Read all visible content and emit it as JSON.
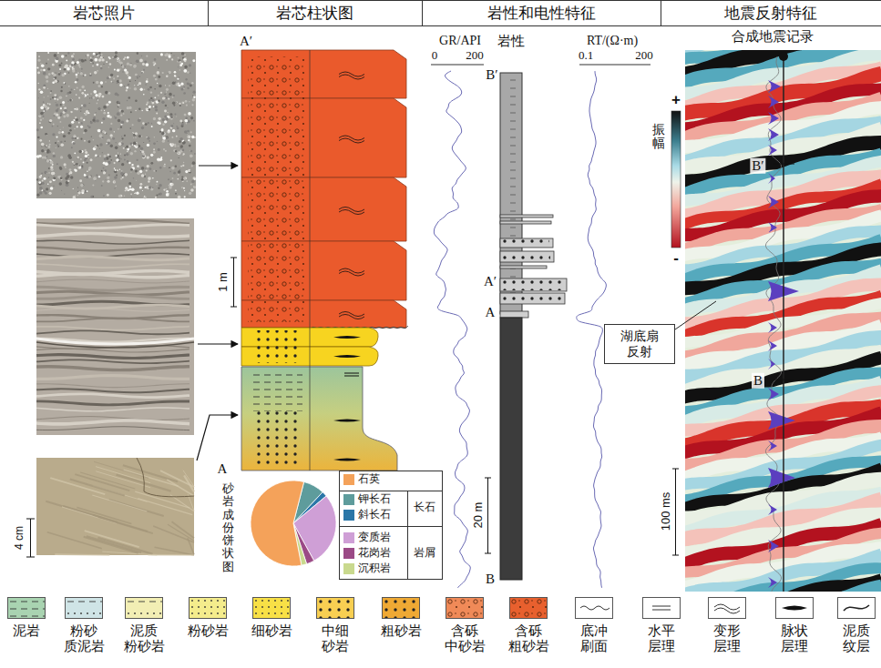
{
  "diagram": {
    "nodes": [
      {
        "text": [
          "岩芯照片"
        ]
      },
      {
        "text": [
          "岩芯柱状图"
        ]
      },
      {
        "text": [
          "岩性和电性特征"
        ]
      },
      {
        "text": [
          "地震反射特征"
        ]
      },
      {
        "text": [
          "湖底扇 反射"
        ]
      }
    ],
    "labels": [
      "A′",
      "1 m",
      "A",
      "砂岩成份饼状图",
      "4 cm",
      "GR/API",
      "0",
      "200",
      "岩性",
      "RT/(Ω·m)",
      "0.1",
      "200",
      "B′",
      "A′",
      "A",
      "20 m",
      "B",
      "合成地震记录",
      "振幅",
      "+",
      "-",
      "B′",
      "B",
      "100 ms",
      "长石",
      "岩屑"
    ],
    "legend": [
      {
        "text": "石英",
        "color": "#f4a25a"
      },
      {
        "text": "钾长石",
        "color": "#5e9c9c"
      },
      {
        "text": "斜长石",
        "color": "#2b77a8"
      },
      {
        "text": "变质岩",
        "color": "#cf9fd6"
      },
      {
        "text": "花岗岩",
        "color": "#9b4a86"
      },
      {
        "text": "沉积岩",
        "color": "#c9d98e"
      },
      {
        "text": "泥岩",
        "color": "#a9d3b1"
      },
      {
        "text": "粉砂 质泥岩",
        "color": "#cfe4e6"
      },
      {
        "text": "泥质 粉砂岩",
        "color": "#f2eeb4"
      },
      {
        "text": "粉砂岩",
        "color": "#f4ec8c"
      },
      {
        "text": "细砂岩",
        "color": "#f8e046"
      },
      {
        "text": "中细 砂岩",
        "color": "#f8cf52"
      },
      {
        "text": "粗砂岩",
        "color": "#efa934"
      },
      {
        "text": "含砾 中砂岩",
        "color": "#f08a58"
      },
      {
        "text": "含砾 粗砂岩",
        "color": "#e8602e"
      },
      {
        "text": "底冲 刷面"
      },
      {
        "text": "水平 层理"
      },
      {
        "text": "变形 层理"
      },
      {
        "text": "脉状 层理"
      },
      {
        "text": "泥质 纹层"
      }
    ]
  }
}
